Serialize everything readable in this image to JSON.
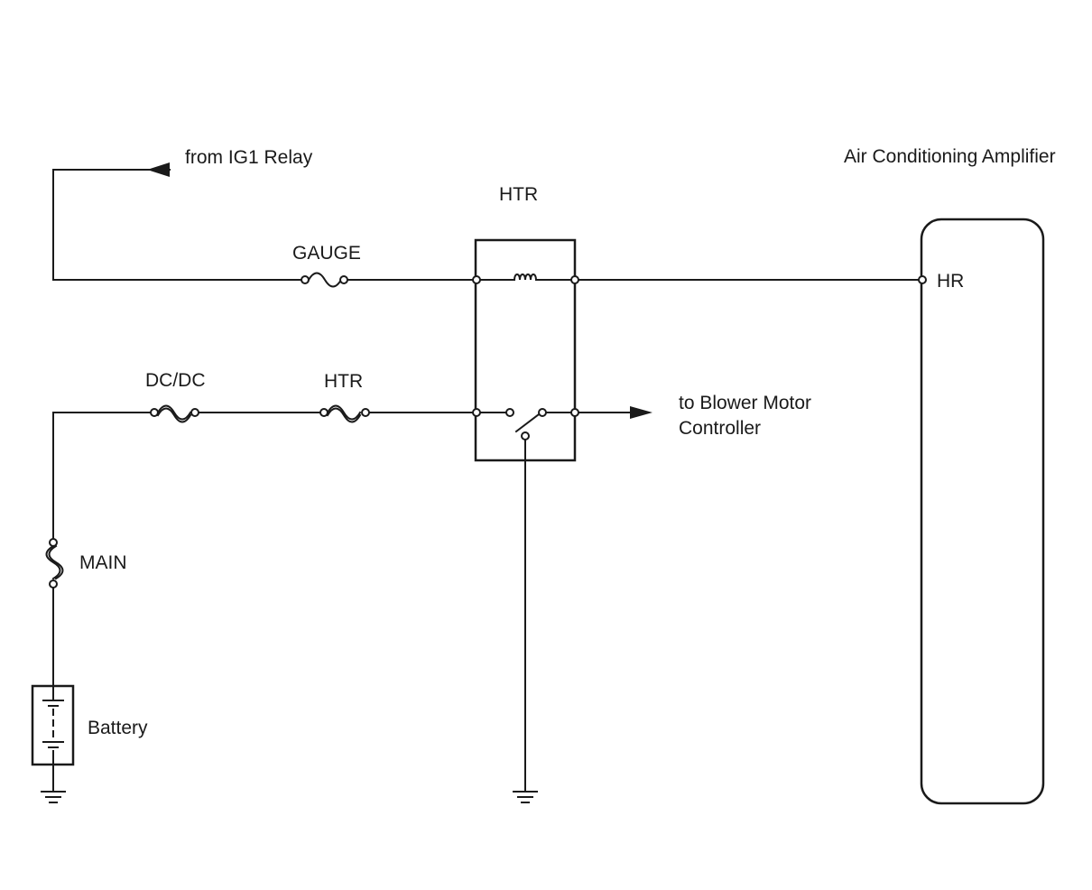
{
  "labels": {
    "ig1_relay": "from IG1 Relay",
    "air_conditioning_amplifier": "Air Conditioning Amplifier",
    "htr_relay": "HTR",
    "gauge_fuse": "GAUGE",
    "hr_terminal": "HR",
    "dcdc_fuse": "DC/DC",
    "htr_fuse": "HTR",
    "blower_line1": "to Blower Motor",
    "blower_line2": "Controller",
    "main_fuse": "MAIN",
    "battery": "Battery"
  }
}
